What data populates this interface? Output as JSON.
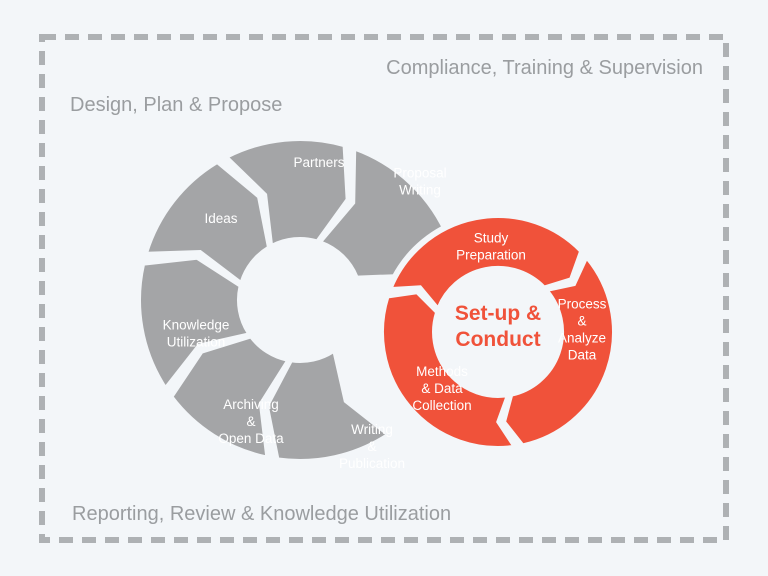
{
  "colors": {
    "background": "#f3f6f9",
    "frame": "#aeb1b4",
    "gray_segment": "#a4a5a7",
    "red_segment": "#f0523a",
    "label_text": "#9a9da0",
    "segment_text": "#ffffff"
  },
  "labels": {
    "compliance": "Compliance, Training & Supervision",
    "design": "Design, Plan & Propose",
    "reporting": "Reporting, Review & Knowledge Utilization"
  },
  "gray_cycle": {
    "segments": [
      {
        "id": "partners",
        "lines": [
          "Partners"
        ]
      },
      {
        "id": "proposal-writing",
        "lines": [
          "Proposal",
          "Writing"
        ]
      },
      {
        "id": "writing-publication",
        "lines": [
          "Writing",
          "&",
          "Publication"
        ]
      },
      {
        "id": "archiving-open-data",
        "lines": [
          "Archiving",
          "&",
          "Open Data"
        ]
      },
      {
        "id": "knowledge-utilization",
        "lines": [
          "Knowledge",
          "Utilization"
        ]
      },
      {
        "id": "ideas",
        "lines": [
          "Ideas"
        ]
      }
    ]
  },
  "red_cycle": {
    "center": [
      "Set-up &",
      "Conduct"
    ],
    "segments": [
      {
        "id": "study-preparation",
        "lines": [
          "Study",
          "Preparation"
        ]
      },
      {
        "id": "process-analyze-data",
        "lines": [
          "Process",
          "&",
          "Analyze",
          "Data"
        ]
      },
      {
        "id": "methods-data-collection",
        "lines": [
          "Methods",
          "& Data",
          "Collection"
        ]
      }
    ]
  }
}
